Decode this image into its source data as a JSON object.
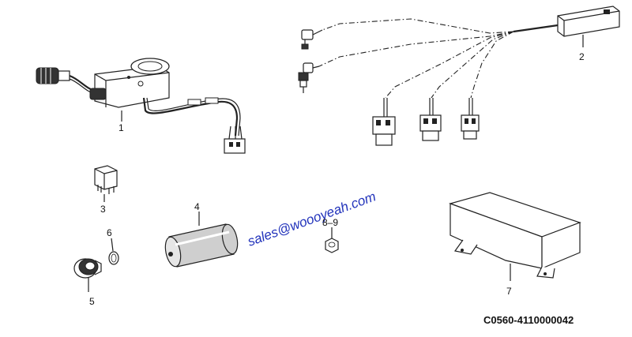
{
  "watermark": "sales@woooyeah.com",
  "drawing_code": "C0560-4110000042",
  "callouts": {
    "p1": "1",
    "p2": "2",
    "p3": "3",
    "p4": "4",
    "p5": "5",
    "p6": "6",
    "p7": "7",
    "p89": "8–9"
  }
}
